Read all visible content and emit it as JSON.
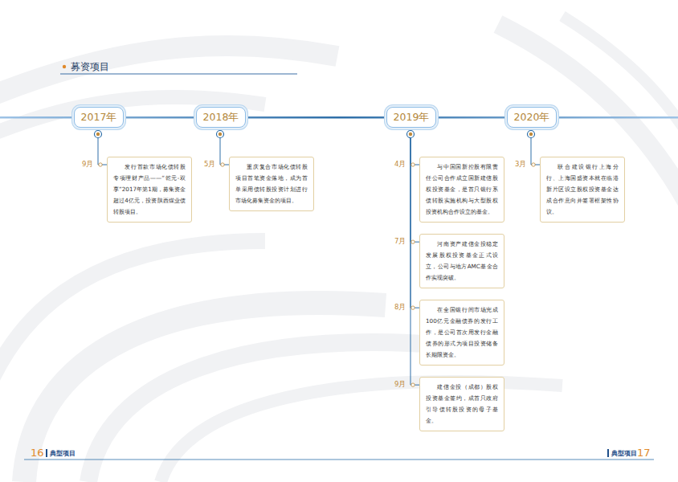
{
  "diagram": {
    "title": "募资项目",
    "nodes": [
      {
        "text": [
          "2017年"
        ]
      },
      {
        "text": [
          "9月",
          "发行首款市场化债转股专项理财产品——“乾元-双享”2017年第1期，募集资金超过4亿元，投资陕西煤业债转股项目。"
        ]
      },
      {
        "text": [
          "2018年"
        ]
      },
      {
        "text": [
          "5月",
          "重庆复合市场化债转股项目首笔资金落地，成为首单采用债转股投资计划进行市场化募集资金的项目。"
        ]
      },
      {
        "text": [
          "2019年"
        ]
      },
      {
        "text": [
          "4月",
          "与中国国新控股有限责任公司合作成立国新建信股权投资基金，是首只银行系债转股实施机构与大型股权投资机构合作设立的基金。"
        ]
      },
      {
        "text": [
          "7月",
          "河南资产建信金投稳定发展股权投资基金正式设立，公司与地方AMC基金合作实现突破。"
        ]
      },
      {
        "text": [
          "8月",
          "在全国银行间市场完成100亿元金融债券的发行工作，是公司首次用发行金融债券的形式为项目投资储备长期限资金。"
        ]
      },
      {
        "text": [
          "9月",
          "建信金投（成都）股权投资基金签约，成首只政府引导债转股投资的母子基金。"
        ]
      },
      {
        "text": [
          "2020年"
        ]
      },
      {
        "text": [
          "3月",
          "联合建设银行上海分行、上海国盛资本就在临港新片区设立股权投资基金达成合作意向并签署框架性协议。"
        ]
      }
    ],
    "edges": [
      {
        "from": 0,
        "to": 1,
        "arrow": "none"
      },
      {
        "from": 2,
        "to": 3,
        "arrow": "none"
      },
      {
        "from": 4,
        "to": 5,
        "arrow": "none"
      },
      {
        "from": 4,
        "to": 6,
        "arrow": "none"
      },
      {
        "from": 4,
        "to": 7,
        "arrow": "none"
      },
      {
        "from": 4,
        "to": 8,
        "arrow": "none"
      },
      {
        "from": 9,
        "to": 10,
        "arrow": "none"
      }
    ],
    "labels": [
      "16",
      "典型项目",
      "典型项目",
      "17"
    ]
  }
}
